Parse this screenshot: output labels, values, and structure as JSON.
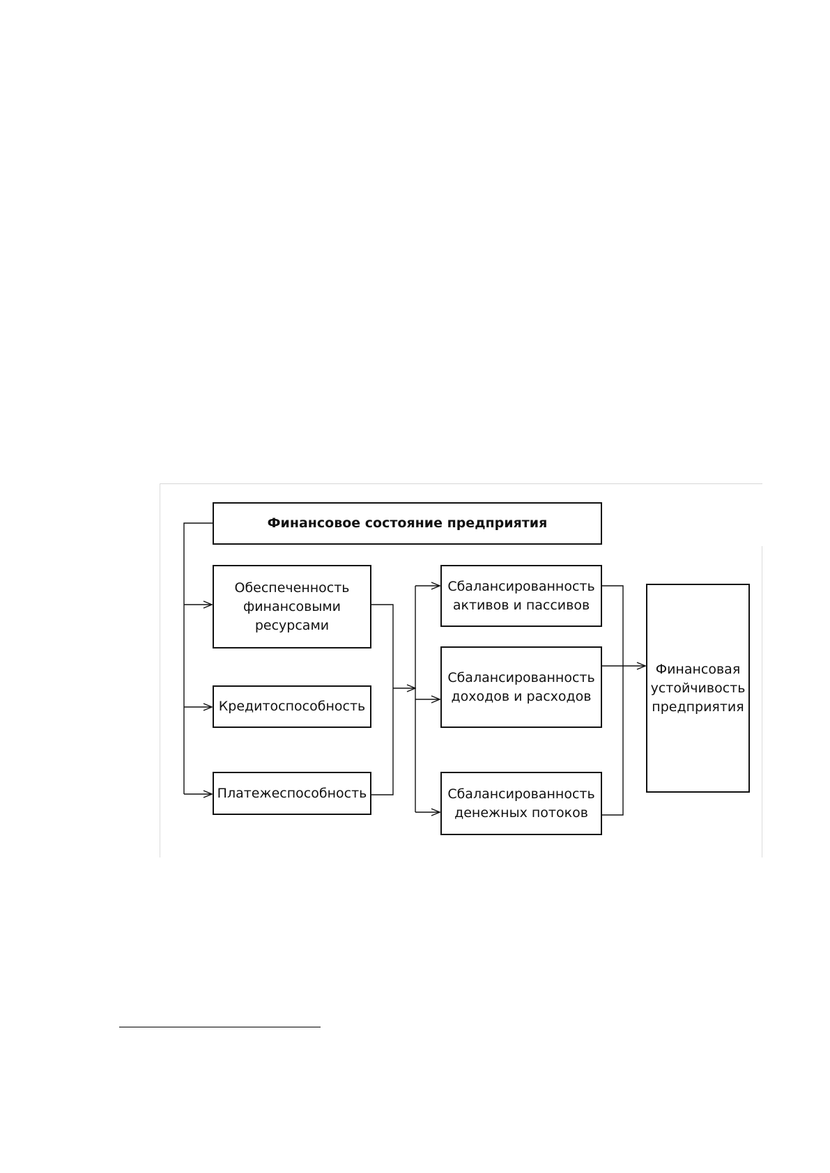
{
  "diagram": {
    "title": "Финансовое состояние предприятия",
    "left_boxes": [
      {
        "id": "obespechennost",
        "label": "Обеспеченность\nфинансовыми\nресурсами"
      },
      {
        "id": "kreditosposobnost",
        "label": "Кредитоспособность"
      },
      {
        "id": "platezhesposobnost",
        "label": "Платежеспособность"
      }
    ],
    "middle_boxes": [
      {
        "id": "aktivy-passivy",
        "label": "Сбалансированность\nактивов и пассивов"
      },
      {
        "id": "dohody-rashody",
        "label": "Сбалансированность\nдоходов и расходов"
      },
      {
        "id": "denezhnye-potoki",
        "label": "Сбалансированность\nденежных потоков"
      }
    ],
    "result_box": {
      "label": "Финансовая\nустойчивость\nпредприятия"
    },
    "line_color": "#111111"
  }
}
